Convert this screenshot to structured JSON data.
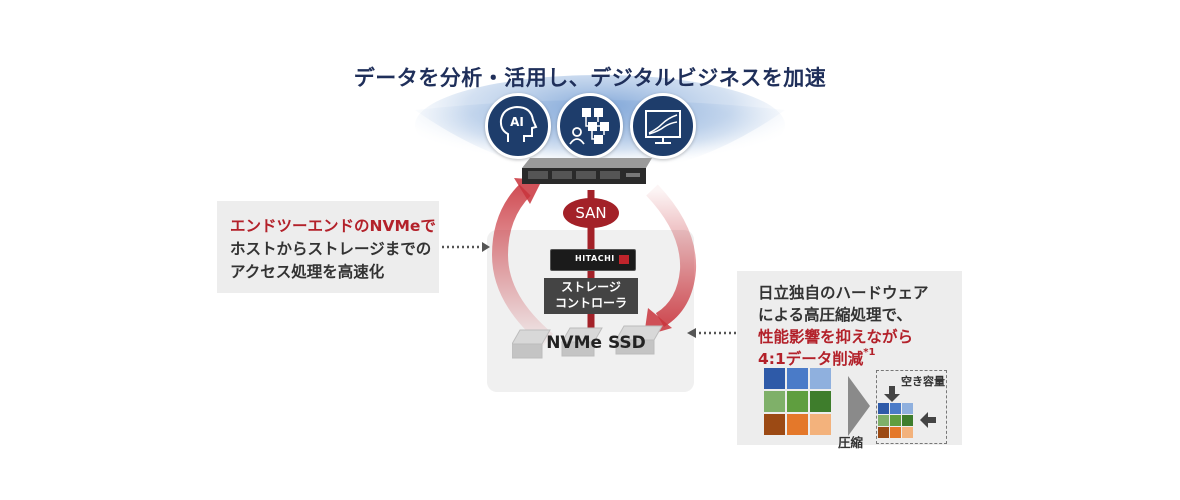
{
  "headline": "データを分析・活用し、デジタルビジネスを加速",
  "icons": [
    "ai-head-icon",
    "workflow-icon",
    "analytics-chart-icon"
  ],
  "server": {
    "san_label": "SAN"
  },
  "storage": {
    "brand": "HITACHI",
    "controller_label": "ストレージ\nコントローラ",
    "ssd_label": "NVMe SSD"
  },
  "callout_left": {
    "line1": "エンドツーエンドのNVMeで",
    "line2": "ホストからストレージまでの",
    "line3": "アクセス処理を高速化"
  },
  "callout_right": {
    "line1": "日立独自のハードウェア",
    "line2": "による高圧縮処理で、",
    "line3": "性能影響を抑えながら",
    "line4": "4:1データ削減",
    "footnote": "*1",
    "compress_label": "圧縮",
    "free_space_label": "空き容量"
  },
  "colors": {
    "accent_red": "#b3212a",
    "navy": "#1e3d6b",
    "blue": [
      "#2e5aa8",
      "#4a7bc8",
      "#8fb0de"
    ],
    "green": [
      "#7fb069",
      "#5f9e3f",
      "#3e7d2c"
    ],
    "orange": [
      "#9c4a14",
      "#e4782a",
      "#f3b27c"
    ]
  }
}
